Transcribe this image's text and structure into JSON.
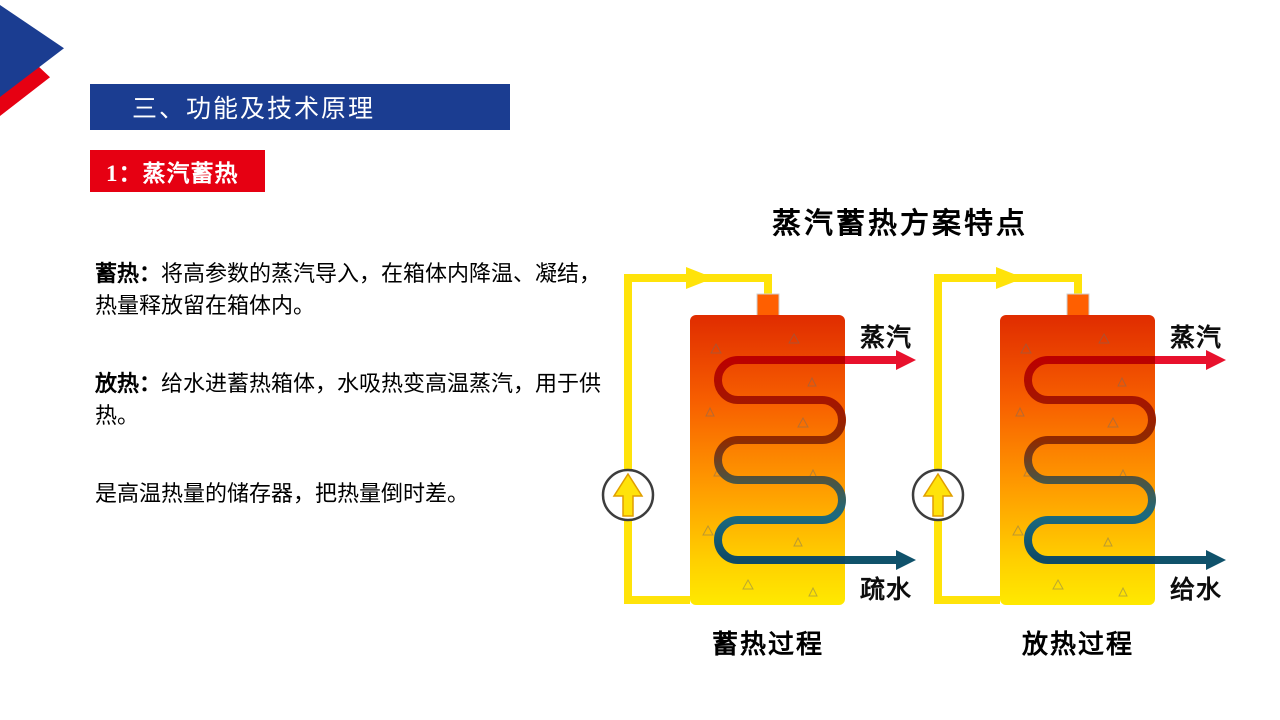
{
  "header": {
    "section_title": "三、功能及技术原理"
  },
  "badge": {
    "label": "1：蒸汽蓄热"
  },
  "body": {
    "p1": {
      "lead": "蓄热：",
      "text": "将高参数的蒸汽导入，在箱体内降温、凝结，热量释放留在箱体内。"
    },
    "p2": {
      "lead": "放热：",
      "text": "给水进蓄热箱体，水吸热变高温蒸汽，用于供热。"
    },
    "p3": {
      "text": "是高温热量的储存器，把热量倒时差。"
    }
  },
  "figure": {
    "title": "蒸汽蓄热方案特点",
    "diagrams": [
      {
        "steam_label": "蒸汽",
        "bottom_label": "疏水",
        "caption": "蓄热过程"
      },
      {
        "steam_label": "蒸汽",
        "bottom_label": "给水",
        "caption": "放热过程"
      }
    ]
  },
  "colors": {
    "accent_blue": "#1b3d91",
    "accent_red": "#e60012",
    "pipe_yellow": "#ffe30a",
    "steam_red": "#e8112d",
    "water_blue": "#10526b",
    "tank_top": "#e02c00",
    "tank_bottom": "#ffe900"
  }
}
